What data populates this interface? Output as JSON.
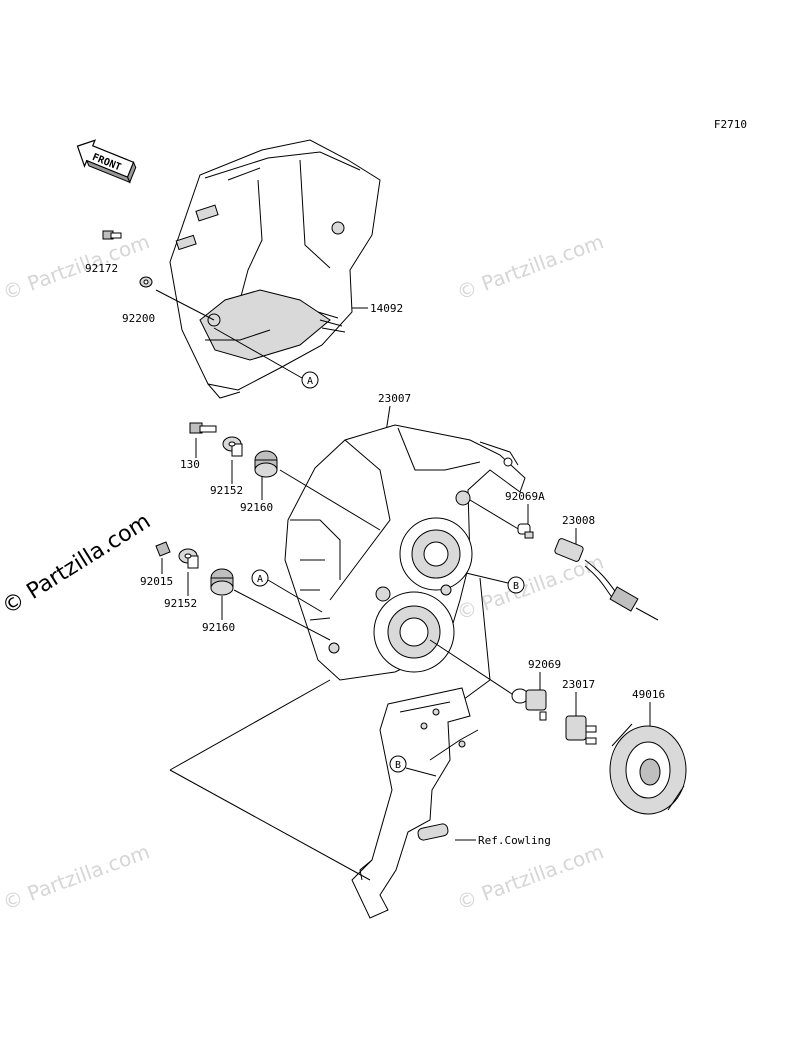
{
  "diagram": {
    "figure_code": "F2710",
    "direction_badge": "FRONT",
    "watermark_text": "© Partzilla.com",
    "part_labels": {
      "cover": "14092",
      "bolt_top": "92172",
      "washer_top": "92200",
      "headlight_unit": "23007",
      "bolt_130": "130",
      "collar_upper": "92152",
      "damper_upper": "92160",
      "bulb_small": "92069A",
      "socket_small": "23008",
      "clip": "92015",
      "collar_lower": "92152",
      "damper_lower": "92160",
      "bulb_main": "92069",
      "socket_main": "23017",
      "boot": "49016"
    },
    "callouts": {
      "a_upper": "A",
      "a_lower": "A",
      "b_upper": "B",
      "b_lower": "B"
    },
    "reference_label": "Ref.Cowling"
  }
}
